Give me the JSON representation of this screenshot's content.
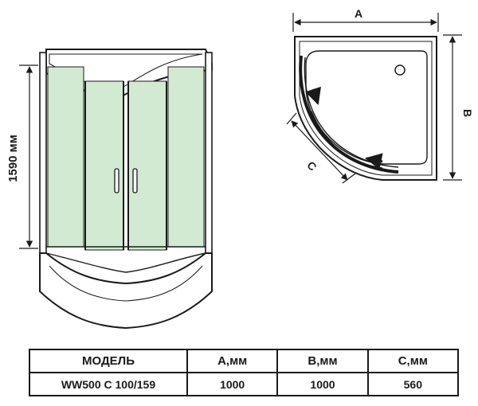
{
  "front_view": {
    "height_label": "1590 мм"
  },
  "top_view": {
    "dim_a": "A",
    "dim_b": "B",
    "dim_c": "C"
  },
  "spec_table": {
    "headers": [
      "МОДЕЛЬ",
      "A,мм",
      "B,мм",
      "C,мм"
    ],
    "row": [
      "WW500 C 100/159",
      "1000",
      "1000",
      "560"
    ]
  },
  "colors": {
    "glass": "#d1ead1",
    "outline": "#1a1a1a"
  }
}
